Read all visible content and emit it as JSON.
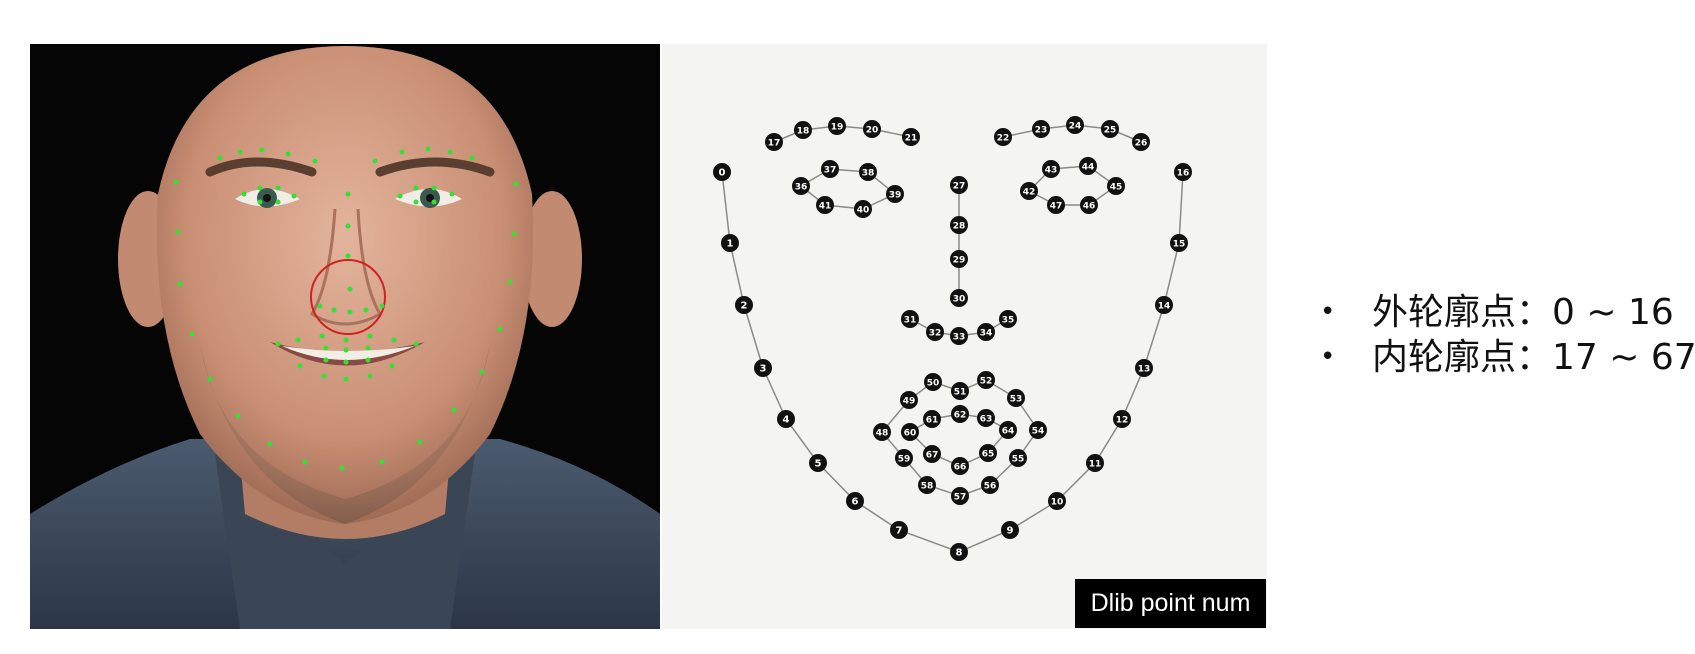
{
  "caption": "Dlib point num",
  "bullets": [
    "外轮廓点：0 ~ 16",
    "内轮廓点：17 ~ 67"
  ],
  "landmarks": [
    "0",
    "1",
    "2",
    "3",
    "4",
    "5",
    "6",
    "7",
    "8",
    "9",
    "10",
    "11",
    "12",
    "13",
    "14",
    "15",
    "16",
    "17",
    "18",
    "19",
    "20",
    "21",
    "22",
    "23",
    "24",
    "25",
    "26",
    "27",
    "28",
    "29",
    "30",
    "31",
    "32",
    "33",
    "34",
    "35",
    "36",
    "37",
    "38",
    "39",
    "40",
    "41",
    "42",
    "43",
    "44",
    "45",
    "46",
    "47",
    "48",
    "49",
    "50",
    "51",
    "52",
    "53",
    "54",
    "55",
    "56",
    "57",
    "58",
    "59",
    "60",
    "61",
    "62",
    "63",
    "64",
    "65",
    "66",
    "67"
  ],
  "colors": {
    "landmark_fill": "#111111",
    "landmark_label": "#ffffff",
    "diagram_bg": "#f4f4f2",
    "photo_points": "#35e035",
    "nose_circle": "#d02020"
  }
}
